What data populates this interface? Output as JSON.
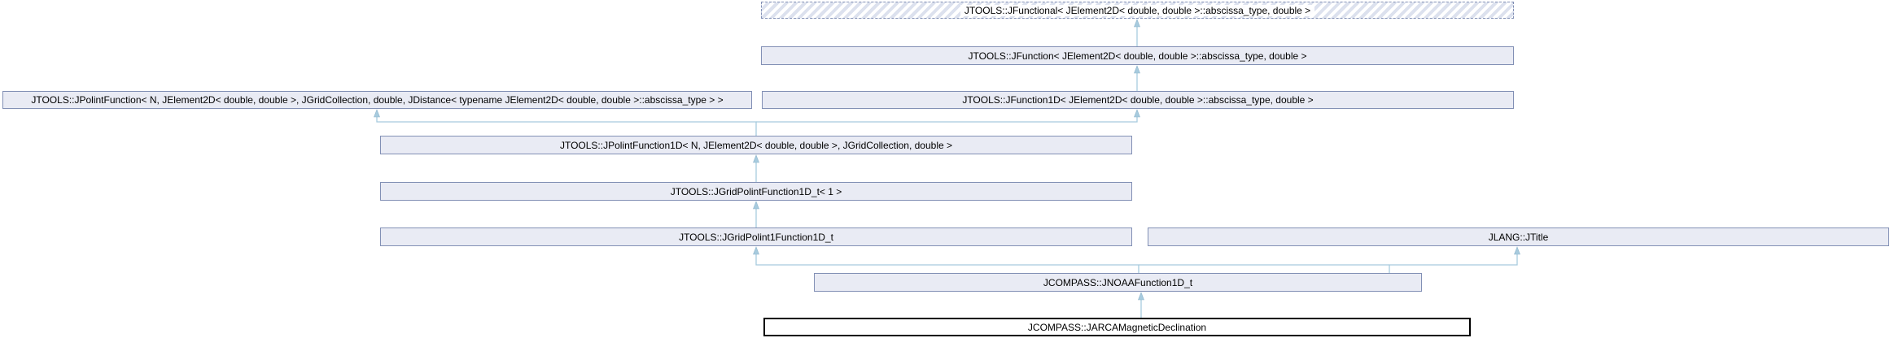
{
  "diagram": {
    "kind": "class-inheritance-graph",
    "colors": {
      "background": "#ffffff",
      "node_fill": "#E9EBF4",
      "node_border": "#8290B5",
      "template_hatch_stripe": "#DCE1EE",
      "edge": "#A7CBDE",
      "current_node_border": "#000000",
      "text": "#000000"
    },
    "nodes": [
      {
        "id": "jfunctional",
        "label": "JTOOLS::JFunctional< JElement2D< double, double >::abscissa_type, double >",
        "style": "dashed-template"
      },
      {
        "id": "jfunction",
        "label": "JTOOLS::JFunction< JElement2D< double, double >::abscissa_type, double >",
        "style": "solid"
      },
      {
        "id": "jpolintfunction",
        "label": "JTOOLS::JPolintFunction< N, JElement2D< double, double >, JGridCollection, double, JDistance< typename JElement2D< double, double >::abscissa_type > >",
        "style": "solid"
      },
      {
        "id": "jfunction1d",
        "label": "JTOOLS::JFunction1D< JElement2D< double, double >::abscissa_type, double >",
        "style": "solid"
      },
      {
        "id": "jpolintfunction1d",
        "label": "JTOOLS::JPolintFunction1D< N, JElement2D< double, double >, JGridCollection, double >",
        "style": "solid"
      },
      {
        "id": "jgridpolintfunction1d_t",
        "label": "JTOOLS::JGridPolintFunction1D_t< 1 >",
        "style": "solid"
      },
      {
        "id": "jgridpolint1function1d_t",
        "label": "JTOOLS::JGridPolint1Function1D_t",
        "style": "solid"
      },
      {
        "id": "jtitle",
        "label": "JLANG::JTitle",
        "style": "solid"
      },
      {
        "id": "jnoaafunction1d_t",
        "label": "JCOMPASS::JNOAAFunction1D_t",
        "style": "solid"
      },
      {
        "id": "jarcamagneticdeclination",
        "label": "JCOMPASS::JARCAMagneticDeclination",
        "style": "current-class"
      }
    ],
    "edges": [
      {
        "from": "jfunction",
        "to": "jfunctional",
        "relation": "inherits"
      },
      {
        "from": "jfunction1d",
        "to": "jfunction",
        "relation": "inherits"
      },
      {
        "from": "jpolintfunction1d",
        "to": "jpolintfunction",
        "relation": "inherits"
      },
      {
        "from": "jpolintfunction1d",
        "to": "jfunction1d",
        "relation": "inherits"
      },
      {
        "from": "jgridpolintfunction1d_t",
        "to": "jpolintfunction1d",
        "relation": "inherits"
      },
      {
        "from": "jgridpolint1function1d_t",
        "to": "jgridpolintfunction1d_t",
        "relation": "inherits"
      },
      {
        "from": "jnoaafunction1d_t",
        "to": "jgridpolint1function1d_t",
        "relation": "inherits"
      },
      {
        "from": "jnoaafunction1d_t",
        "to": "jtitle",
        "relation": "inherits"
      },
      {
        "from": "jarcamagneticdeclination",
        "to": "jnoaafunction1d_t",
        "relation": "inherits"
      }
    ]
  }
}
